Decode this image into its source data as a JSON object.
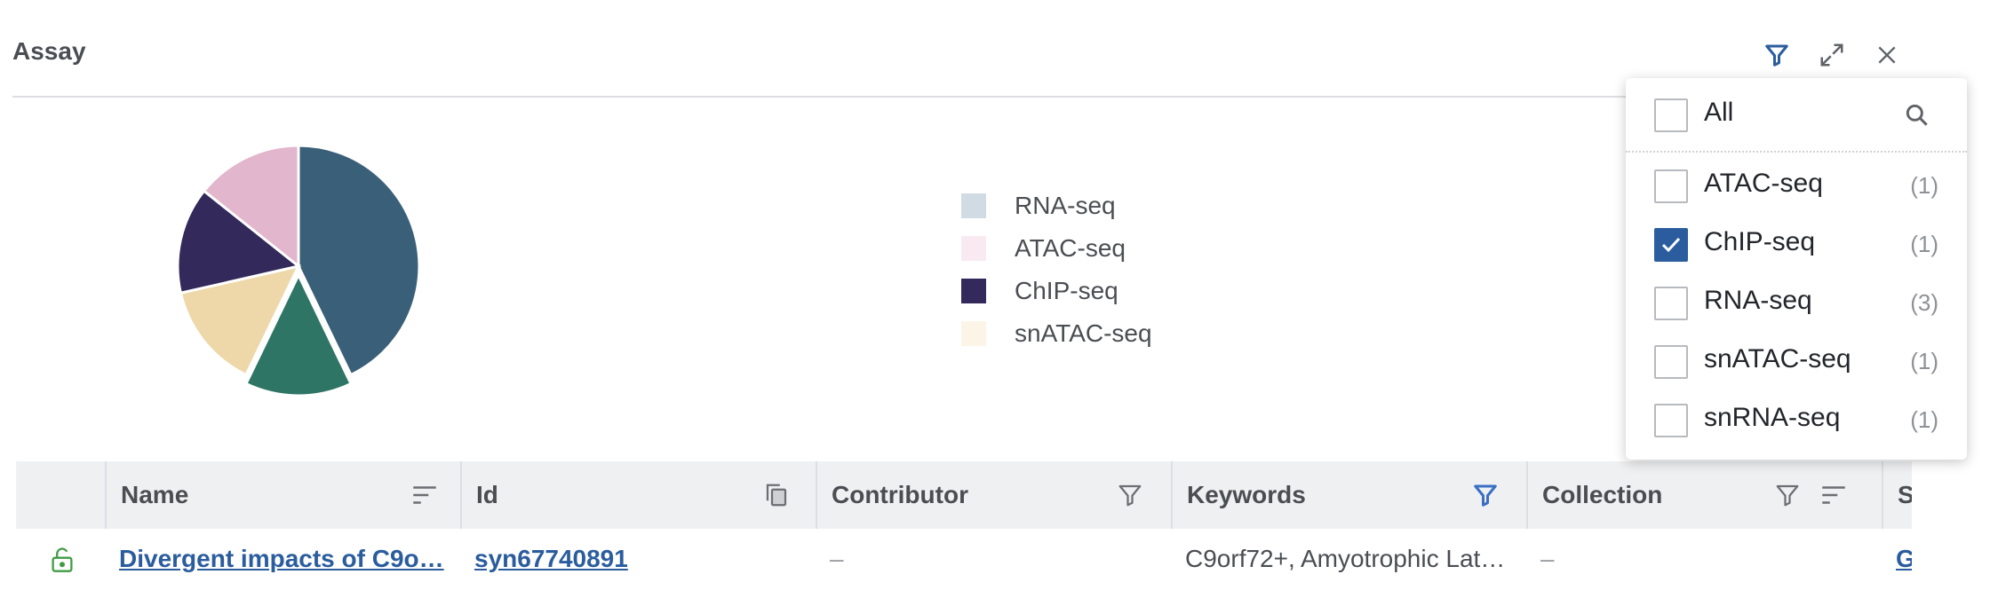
{
  "panel": {
    "title": "Assay"
  },
  "colors": {
    "accent": "#2b5d9e",
    "active_filter": "#3a6fc4"
  },
  "chart_data": {
    "type": "pie",
    "labels": [
      "RNA-seq",
      "ChIP-seq",
      "snATAC-seq",
      "snRNA-seq",
      "ATAC-seq"
    ],
    "values": [
      3,
      1,
      1,
      1,
      1
    ],
    "colors": [
      "#3a5f78",
      "#2f7566",
      "#eed8aa",
      "#33295a",
      "#e2b6cc"
    ],
    "exploded": "ChIP-seq",
    "legend": [
      "RNA-seq",
      "ATAC-seq",
      "ChIP-seq",
      "snATAC-seq"
    ],
    "legend_colors": [
      "#d1dbe3",
      "#f8eaf0",
      "#33295a",
      "#fcf5e7"
    ]
  },
  "legend": {
    "items": [
      {
        "label": "RNA-seq",
        "color": "#d1dbe3"
      },
      {
        "label": "ATAC-seq",
        "color": "#f8eaf0"
      },
      {
        "label": "ChIP-seq",
        "color": "#33295a"
      },
      {
        "label": "snATAC-seq",
        "color": "#fcf5e7"
      }
    ]
  },
  "table": {
    "columns": [
      "Name",
      "Id",
      "Contributor",
      "Keywords",
      "Collection",
      "S"
    ],
    "row": {
      "name": "Divergent impacts of C9o…",
      "id": "syn67740891",
      "contributor": "–",
      "keywords": "C9orf72+, Amyotrophic Lat…",
      "collection": "–",
      "next": "G"
    }
  },
  "filter_dropdown": {
    "all_label": "All",
    "options": [
      {
        "label": "ATAC-seq",
        "count": "(1)",
        "checked": false
      },
      {
        "label": "ChIP-seq",
        "count": "(1)",
        "checked": true
      },
      {
        "label": "RNA-seq",
        "count": "(3)",
        "checked": false
      },
      {
        "label": "snATAC-seq",
        "count": "(1)",
        "checked": false
      },
      {
        "label": "snRNA-seq",
        "count": "(1)",
        "checked": false
      }
    ]
  }
}
